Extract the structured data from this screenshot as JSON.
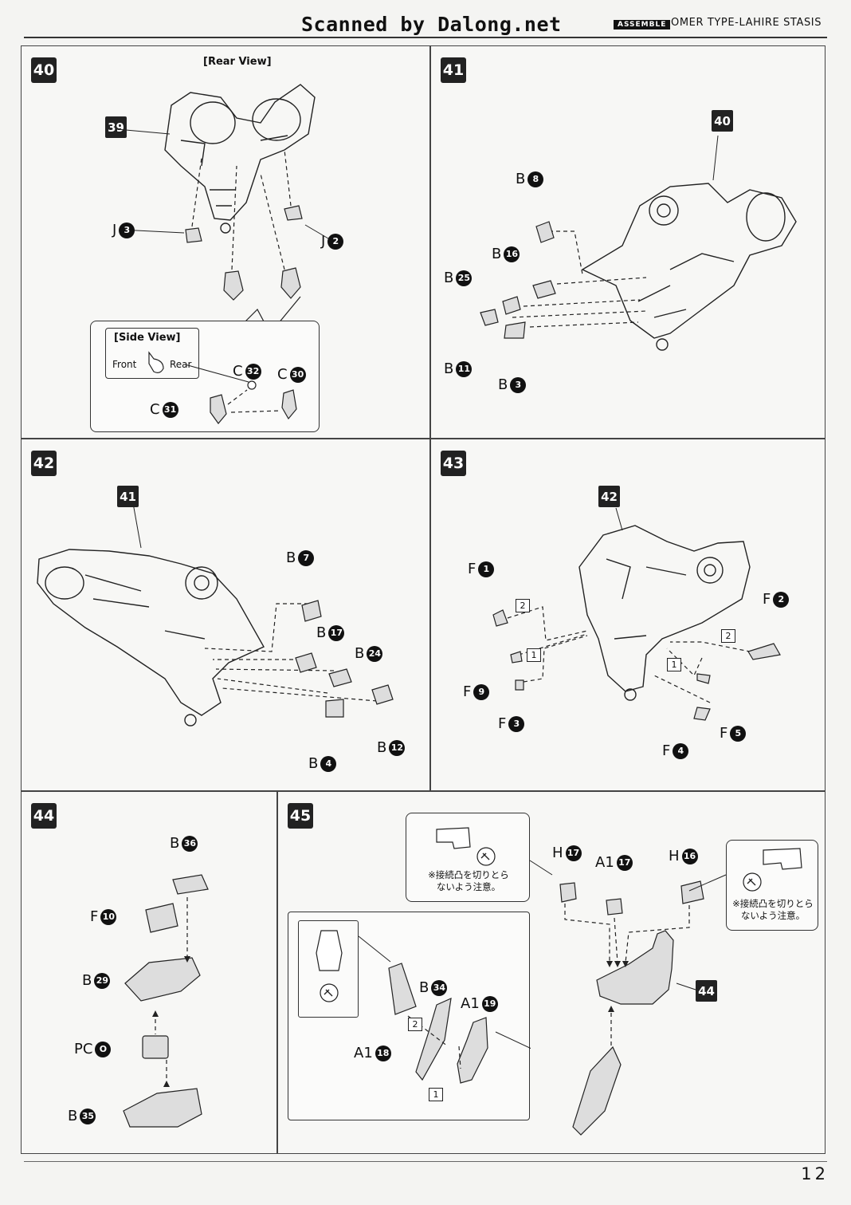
{
  "header": {
    "watermark": "Scanned by Dalong.net",
    "badge": "ASSEMBLE",
    "title": "OMER TYPE-LAHIRE STASIS"
  },
  "steps": {
    "s40": {
      "number": "40",
      "view_label": "[Rear View]",
      "ref": "39",
      "parts": [
        {
          "letter": "J",
          "num": "3"
        },
        {
          "letter": "J",
          "num": "2"
        },
        {
          "letter": "C",
          "num": "32"
        },
        {
          "letter": "C",
          "num": "30"
        },
        {
          "letter": "C",
          "num": "31"
        }
      ],
      "side_view": {
        "title": "[Side View]",
        "front": "Front",
        "rear": "Rear"
      }
    },
    "s41": {
      "number": "41",
      "ref": "40",
      "parts": [
        {
          "letter": "B",
          "num": "8"
        },
        {
          "letter": "B",
          "num": "16"
        },
        {
          "letter": "B",
          "num": "25"
        },
        {
          "letter": "B",
          "num": "11"
        },
        {
          "letter": "B",
          "num": "3"
        }
      ]
    },
    "s42": {
      "number": "42",
      "ref": "41",
      "parts": [
        {
          "letter": "B",
          "num": "7"
        },
        {
          "letter": "B",
          "num": "17"
        },
        {
          "letter": "B",
          "num": "24"
        },
        {
          "letter": "B",
          "num": "4"
        },
        {
          "letter": "B",
          "num": "12"
        }
      ]
    },
    "s43": {
      "number": "43",
      "ref": "42",
      "parts": [
        {
          "letter": "F",
          "num": "1"
        },
        {
          "letter": "F",
          "num": "9"
        },
        {
          "letter": "F",
          "num": "3"
        },
        {
          "letter": "F",
          "num": "2"
        },
        {
          "letter": "F",
          "num": "5"
        },
        {
          "letter": "F",
          "num": "4"
        }
      ],
      "orders": [
        "2",
        "1",
        "2",
        "1"
      ]
    },
    "s44": {
      "number": "44",
      "parts": [
        {
          "letter": "B",
          "num": "36"
        },
        {
          "letter": "F",
          "num": "10"
        },
        {
          "letter": "B",
          "num": "29"
        },
        {
          "letter": "PC",
          "num": "O"
        },
        {
          "letter": "B",
          "num": "35"
        }
      ]
    },
    "s45": {
      "number": "45",
      "ref": "44",
      "parts": [
        {
          "letter": "H",
          "num": "17"
        },
        {
          "letter": "A1",
          "num": "17"
        },
        {
          "letter": "H",
          "num": "16"
        },
        {
          "letter": "B",
          "num": "34"
        },
        {
          "letter": "A1",
          "num": "19"
        },
        {
          "letter": "A1",
          "num": "18"
        }
      ],
      "orders": [
        "2",
        "1"
      ],
      "note_left": [
        "※接続凸を切りとら",
        "ないよう注意。"
      ],
      "note_right": [
        "※接続凸を切りとら",
        "ないよう注意。"
      ]
    }
  },
  "page_number": "12"
}
